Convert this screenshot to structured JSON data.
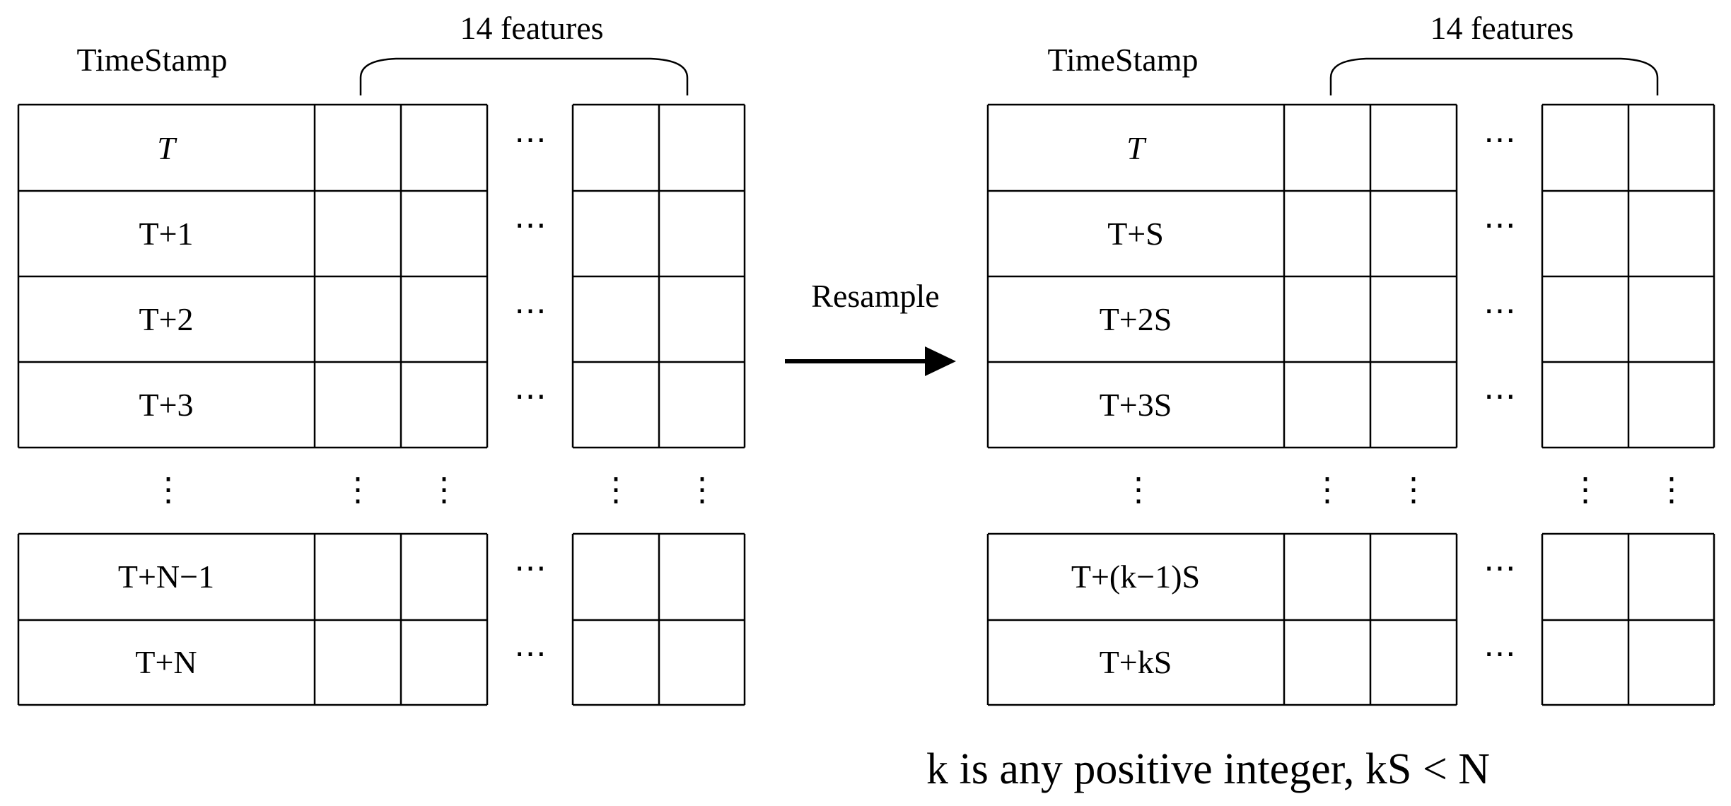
{
  "left_table": {
    "header_timestamp": "TimeStamp",
    "features_label": "14 features",
    "rows_top": [
      "T",
      "T+1",
      "T+2",
      "T+3"
    ],
    "rows_bottom": [
      "T+N−1",
      "T+N"
    ],
    "ellipsis_h": "⋯",
    "ellipsis_v": "⋮"
  },
  "right_table": {
    "header_timestamp": "TimeStamp",
    "features_label": "14 features",
    "rows_top": [
      "T",
      "T+S",
      "T+2S",
      "T+3S"
    ],
    "rows_bottom": [
      "T+(k−1)S",
      "T+kS"
    ],
    "ellipsis_h": "⋯",
    "ellipsis_v": "⋮"
  },
  "arrow": {
    "label": "Resample"
  },
  "footnote": "k is any positive integer, kS < N"
}
